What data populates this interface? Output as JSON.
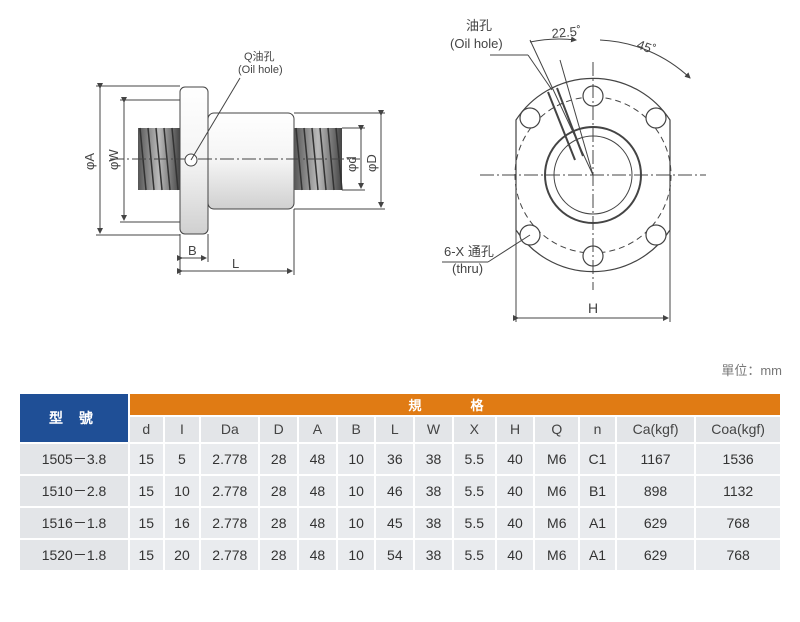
{
  "drawing_left": {
    "oil_hole_label": "Q油孔",
    "oil_hole_label_en": "(Oil hole)",
    "dim_A": "φA",
    "dim_W": "φW",
    "dim_d": "φd",
    "dim_D": "φD",
    "dim_B": "B",
    "dim_L": "L"
  },
  "drawing_right": {
    "oil_hole_label": "油孔",
    "oil_hole_label_en": "(Oil hole)",
    "angle_1": "22.5˚",
    "angle_2": "45˚",
    "through_hole_label": "6-X 通孔",
    "through_hole_label_en": "(thru)",
    "dim_H": "H"
  },
  "unit_note": "單位：mm",
  "table": {
    "model_header": "型 號",
    "spec_header": "規　格",
    "columns": [
      "d",
      "I",
      "Da",
      "D",
      "A",
      "B",
      "L",
      "W",
      "X",
      "H",
      "Q",
      "n",
      "Ca(kgf)",
      "Coa(kgf)"
    ],
    "rows": [
      [
        "1505－3.8",
        "15",
        "5",
        "2.778",
        "28",
        "48",
        "10",
        "36",
        "38",
        "5.5",
        "40",
        "M6",
        "C1",
        "1167",
        "1536"
      ],
      [
        "1510－2.8",
        "15",
        "10",
        "2.778",
        "28",
        "48",
        "10",
        "46",
        "38",
        "5.5",
        "40",
        "M6",
        "B1",
        "898",
        "1132"
      ],
      [
        "1516－1.8",
        "15",
        "16",
        "2.778",
        "28",
        "48",
        "10",
        "45",
        "38",
        "5.5",
        "40",
        "M6",
        "A1",
        "629",
        "768"
      ],
      [
        "1520－1.8",
        "15",
        "20",
        "2.778",
        "28",
        "48",
        "10",
        "54",
        "38",
        "5.5",
        "40",
        "M6",
        "A1",
        "629",
        "768"
      ]
    ]
  }
}
